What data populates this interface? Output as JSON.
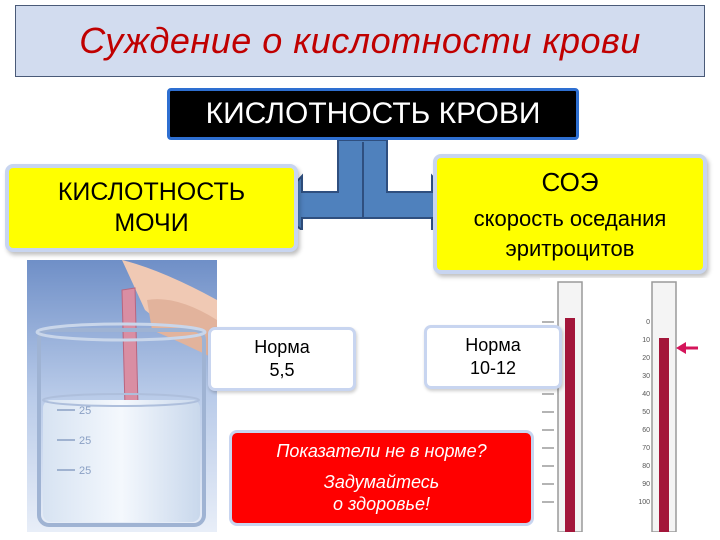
{
  "title": "Суждение о кислотности крови",
  "header": "КИСЛОТНОСТЬ КРОВИ",
  "urine": {
    "line1": "КИСЛОТНОСТЬ",
    "line2": "МОЧИ"
  },
  "soe": {
    "title": "СОЭ",
    "line1": "скорость оседания",
    "line2": "эритроцитов"
  },
  "norm_left": {
    "label": "Норма",
    "value": "5,5"
  },
  "norm_right": {
    "label": "Норма",
    "value": "10-12"
  },
  "warning": {
    "line1": "Показатели не в норме?",
    "line2": "Задумайтесь",
    "line3": "о здоровье!"
  },
  "beaker_marks": [
    "25",
    "25",
    "25"
  ],
  "tube_scale": [
    "0",
    "10",
    "20",
    "30",
    "40",
    "50",
    "60",
    "70",
    "80",
    "90",
    "100"
  ],
  "colors": {
    "title_red": "#c00000",
    "box_yellow": "#ffff00",
    "arrow_blue": "#4f81bd",
    "warning_red": "#ff0000"
  },
  "icons": [
    "double-arrow-connector-icon",
    "test-tube-marker-arrow-icon"
  ]
}
